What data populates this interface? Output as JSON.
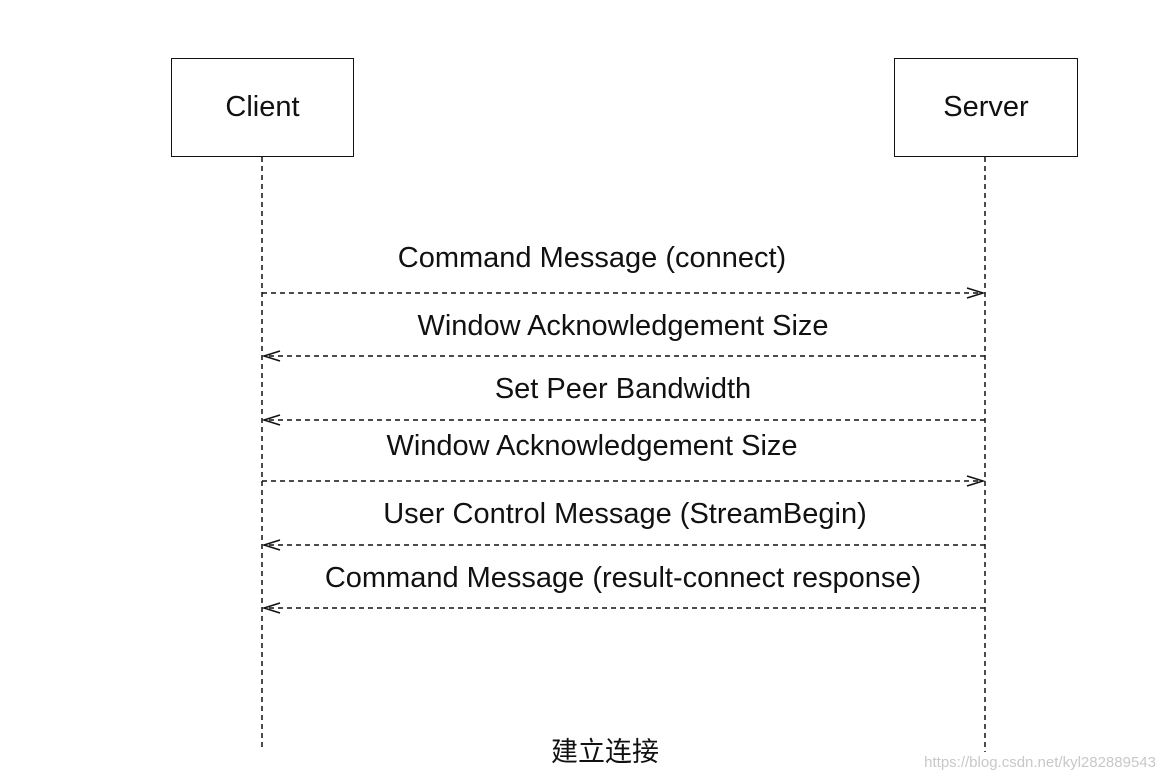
{
  "actors": {
    "client": "Client",
    "server": "Server"
  },
  "messages": [
    {
      "label": "Command Message (connect)",
      "from": "client",
      "to": "server"
    },
    {
      "label": "Window Acknowledgement Size",
      "from": "server",
      "to": "client"
    },
    {
      "label": "Set Peer Bandwidth",
      "from": "server",
      "to": "client"
    },
    {
      "label": "Window Acknowledgement Size",
      "from": "client",
      "to": "server"
    },
    {
      "label": "User Control Message (StreamBegin)",
      "from": "server",
      "to": "client"
    },
    {
      "label": "Command Message (result-connect response)",
      "from": "server",
      "to": "client"
    }
  ],
  "caption": "建立连接",
  "watermark": "https://blog.csdn.net/kyl282889543",
  "colors": {
    "stroke": "#111111",
    "text": "#111111",
    "watermark": "#c8c8c8",
    "background": "#ffffff"
  }
}
